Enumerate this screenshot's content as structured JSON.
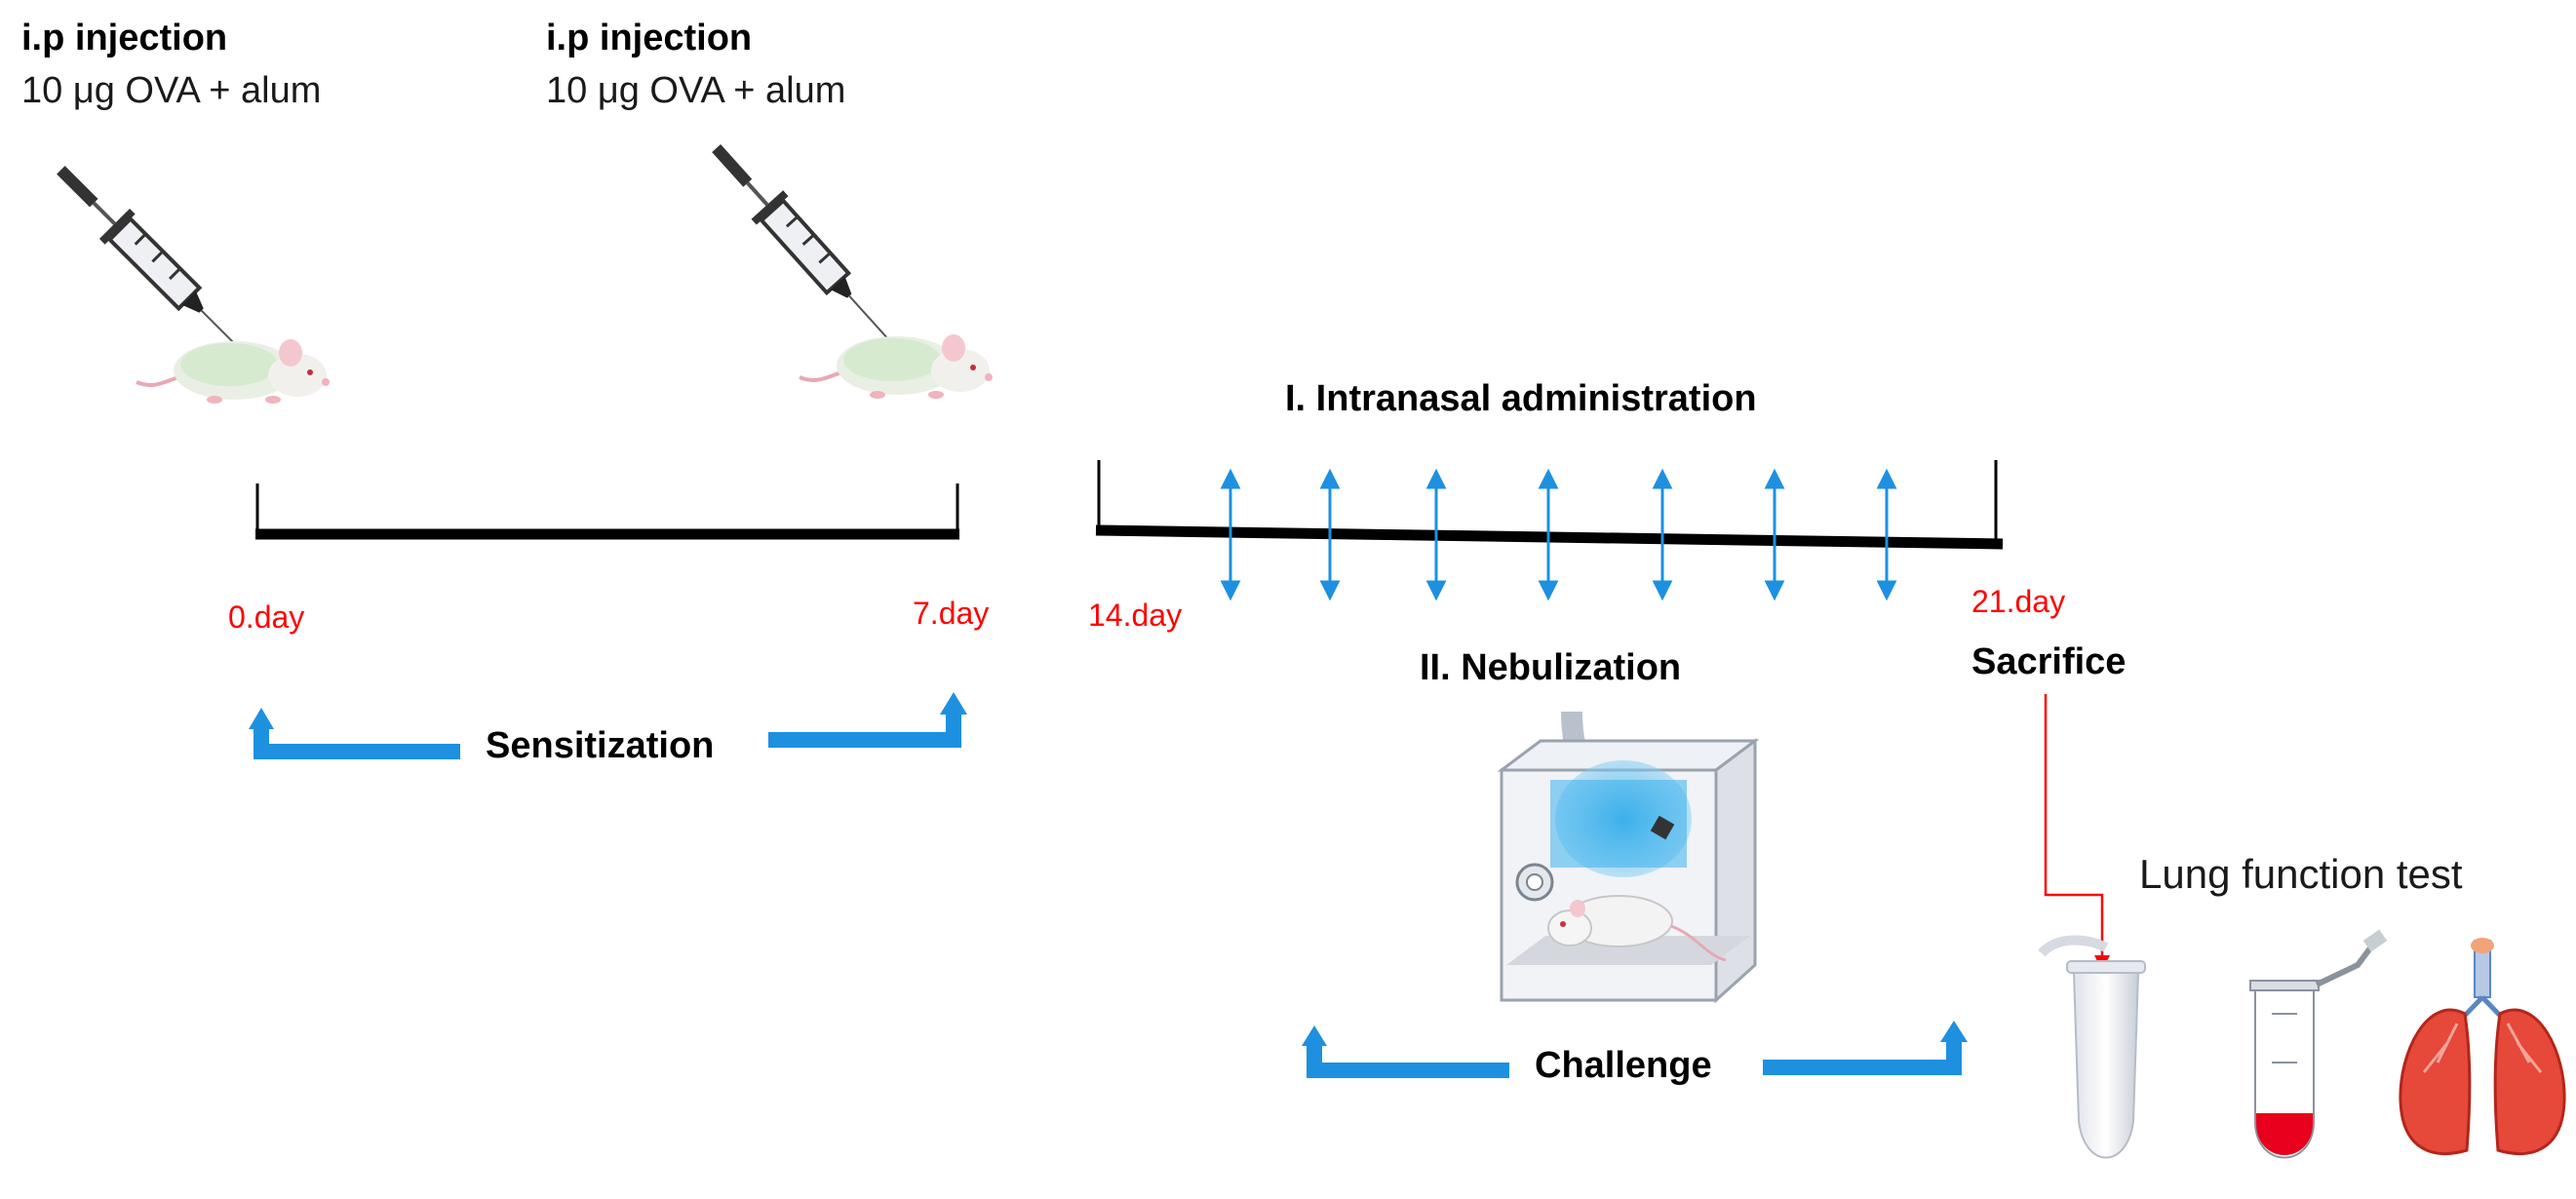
{
  "injection_1": {
    "title": "i.p injection",
    "dose": "10 μg OVA + alum"
  },
  "injection_2": {
    "title": "i.p injection",
    "dose": "10 μg OVA + alum"
  },
  "timeline": {
    "day0": "0.day",
    "day7": "7.day",
    "day14": "14.day",
    "day21": "21.day"
  },
  "phases": {
    "sensitization": "Sensitization",
    "intranasal": "I. Intranasal administration",
    "nebulization": "II. Nebulization",
    "challenge": "Challenge",
    "sacrifice": "Sacrifice",
    "lung_function": "Lung function test"
  },
  "colors": {
    "blue": "#1e90e0",
    "red": "#ff0000",
    "black": "#000000"
  },
  "icons": [
    "syringe-icon",
    "mouse-icon",
    "nebulization-chamber-icon",
    "microtube-icon",
    "blood-tube-icon",
    "lungs-icon"
  ]
}
